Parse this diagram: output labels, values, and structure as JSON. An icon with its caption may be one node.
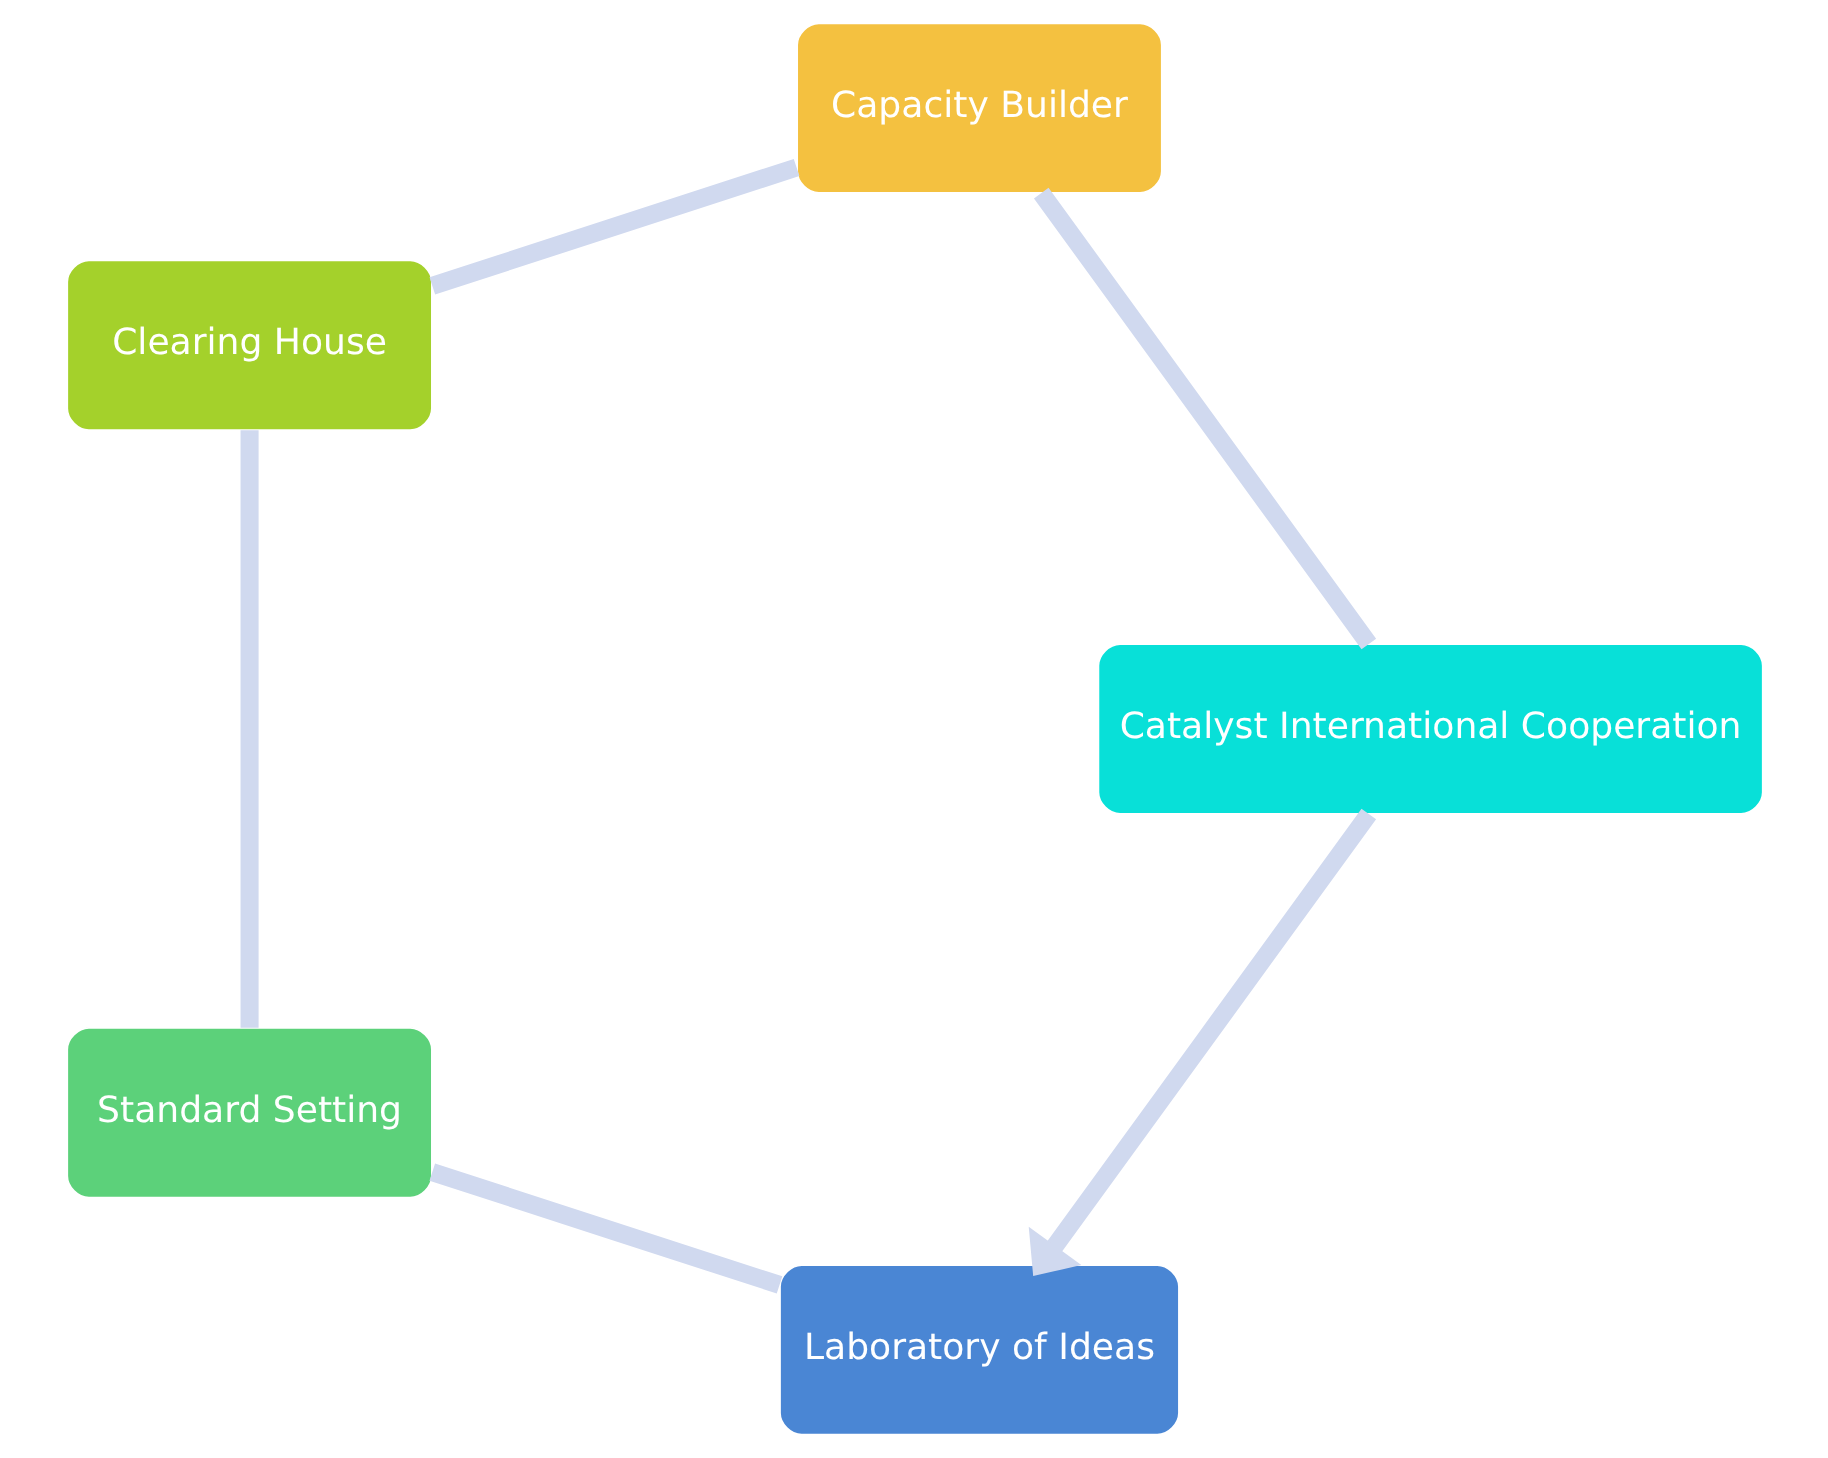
{
  "diagram": {
    "nodes": [
      {
        "text": [
          "Laboratory of Ideas"
        ]
      },
      {
        "text": [
          "Standard Setting"
        ]
      },
      {
        "text": [
          "Clearing House"
        ]
      },
      {
        "text": [
          "Capacity Builder"
        ]
      },
      {
        "text": [
          "Catalyst International Cooperation"
        ]
      }
    ],
    "edges": [
      {
        "from": 0,
        "to": 1,
        "arrow": "none"
      },
      {
        "from": 1,
        "to": 2,
        "arrow": "none"
      },
      {
        "from": 2,
        "to": 3,
        "arrow": "none"
      },
      {
        "from": 3,
        "to": 4,
        "arrow": "none"
      },
      {
        "from": 4,
        "to": 0,
        "arrow": "to"
      }
    ]
  }
}
